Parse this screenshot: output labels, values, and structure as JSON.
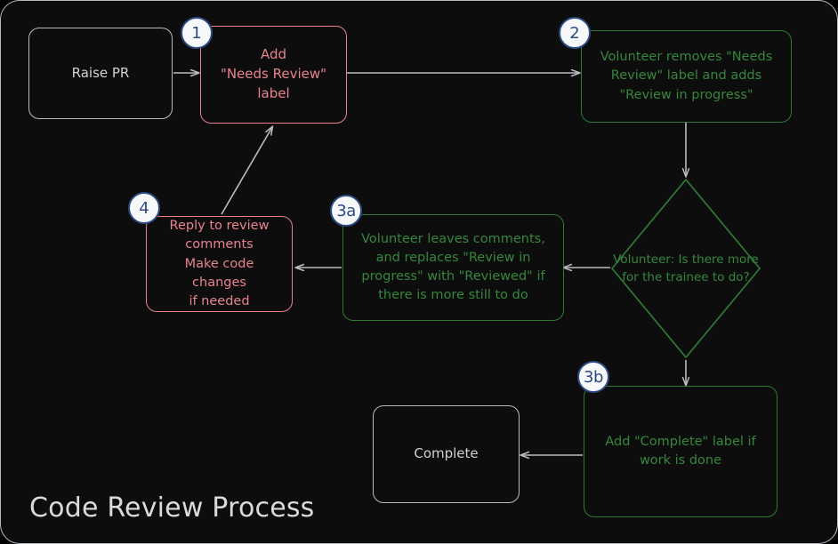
{
  "diagram": {
    "title": "Code Review Process",
    "type": "flowchart",
    "background": "#0d0d0d",
    "frame_border_color": "#b9bcc0",
    "colors": {
      "neutral": "#b9bcc0",
      "neutral_text": "#cfd2d6",
      "green": "#2f7a35",
      "green_text": "#35873c",
      "red": "#e7808c",
      "red_text": "#e8828e",
      "badge_ring": "#2b4b82",
      "badge_fill": "#f7f8fa",
      "edge": "#b9bcc0"
    }
  },
  "nodes": [
    {
      "id": "raise-pr",
      "label": "Raise PR",
      "shape": "rounded-rect",
      "style": "plain",
      "badge": null
    },
    {
      "id": "add-needs-review",
      "label": "Add\n\"Needs Review\"\nlabel",
      "lines": [
        "Add",
        "\"Needs Review\"",
        "label"
      ],
      "shape": "rounded-rect",
      "style": "red",
      "badge": "1"
    },
    {
      "id": "volunteer-removes-label",
      "label": "Volunteer removes \"Needs Review\" label and adds \"Review in progress\"",
      "lines": [
        "Volunteer removes \"Needs",
        "Review\" label and adds",
        "\"Review in progress\""
      ],
      "shape": "rounded-rect",
      "style": "green",
      "badge": "2"
    },
    {
      "id": "decision-more-for-trainee",
      "label": "Volunteer: Is there more for the trainee to do?",
      "lines": [
        "Volunteer:",
        "Is there more for",
        "the trainee to do?"
      ],
      "shape": "diamond",
      "style": "green",
      "badge": null
    },
    {
      "id": "volunteer-leaves-comments",
      "label": "Volunteer leaves comments, and replaces \"Review in progress\" with \"Reviewed\" if there is more still to do",
      "lines": [
        "Volunteer leaves comments,",
        "and replaces \"Review in",
        "progress\" with \"Reviewed\" if",
        "there is more still to do"
      ],
      "shape": "rounded-rect",
      "style": "green",
      "badge": "3a"
    },
    {
      "id": "reply-to-review-comments",
      "label": "Reply to review comments Make code changes if needed",
      "lines": [
        "Reply to review",
        "comments",
        "Make code changes",
        "if needed"
      ],
      "shape": "rounded-rect",
      "style": "red",
      "badge": "4"
    },
    {
      "id": "add-complete-label",
      "label": "Add \"Complete\" label if work is done",
      "lines": [
        "Add \"Complete\" label if",
        "work is done"
      ],
      "shape": "rounded-rect",
      "style": "green",
      "badge": "3b"
    },
    {
      "id": "complete",
      "label": "Complete",
      "shape": "rounded-rect",
      "style": "plain",
      "badge": null
    }
  ],
  "badges": {
    "b1": "1",
    "b2": "2",
    "b3a": "3a",
    "b3b": "3b",
    "b4": "4"
  },
  "edges": [
    {
      "from": "raise-pr",
      "to": "add-needs-review",
      "label": ""
    },
    {
      "from": "add-needs-review",
      "to": "volunteer-removes-label",
      "label": ""
    },
    {
      "from": "volunteer-removes-label",
      "to": "decision-more-for-trainee",
      "label": ""
    },
    {
      "from": "decision-more-for-trainee",
      "to": "volunteer-leaves-comments",
      "label": ""
    },
    {
      "from": "volunteer-leaves-comments",
      "to": "reply-to-review-comments",
      "label": ""
    },
    {
      "from": "reply-to-review-comments",
      "to": "add-needs-review",
      "label": ""
    },
    {
      "from": "decision-more-for-trainee",
      "to": "add-complete-label",
      "label": ""
    },
    {
      "from": "add-complete-label",
      "to": "complete",
      "label": ""
    }
  ]
}
